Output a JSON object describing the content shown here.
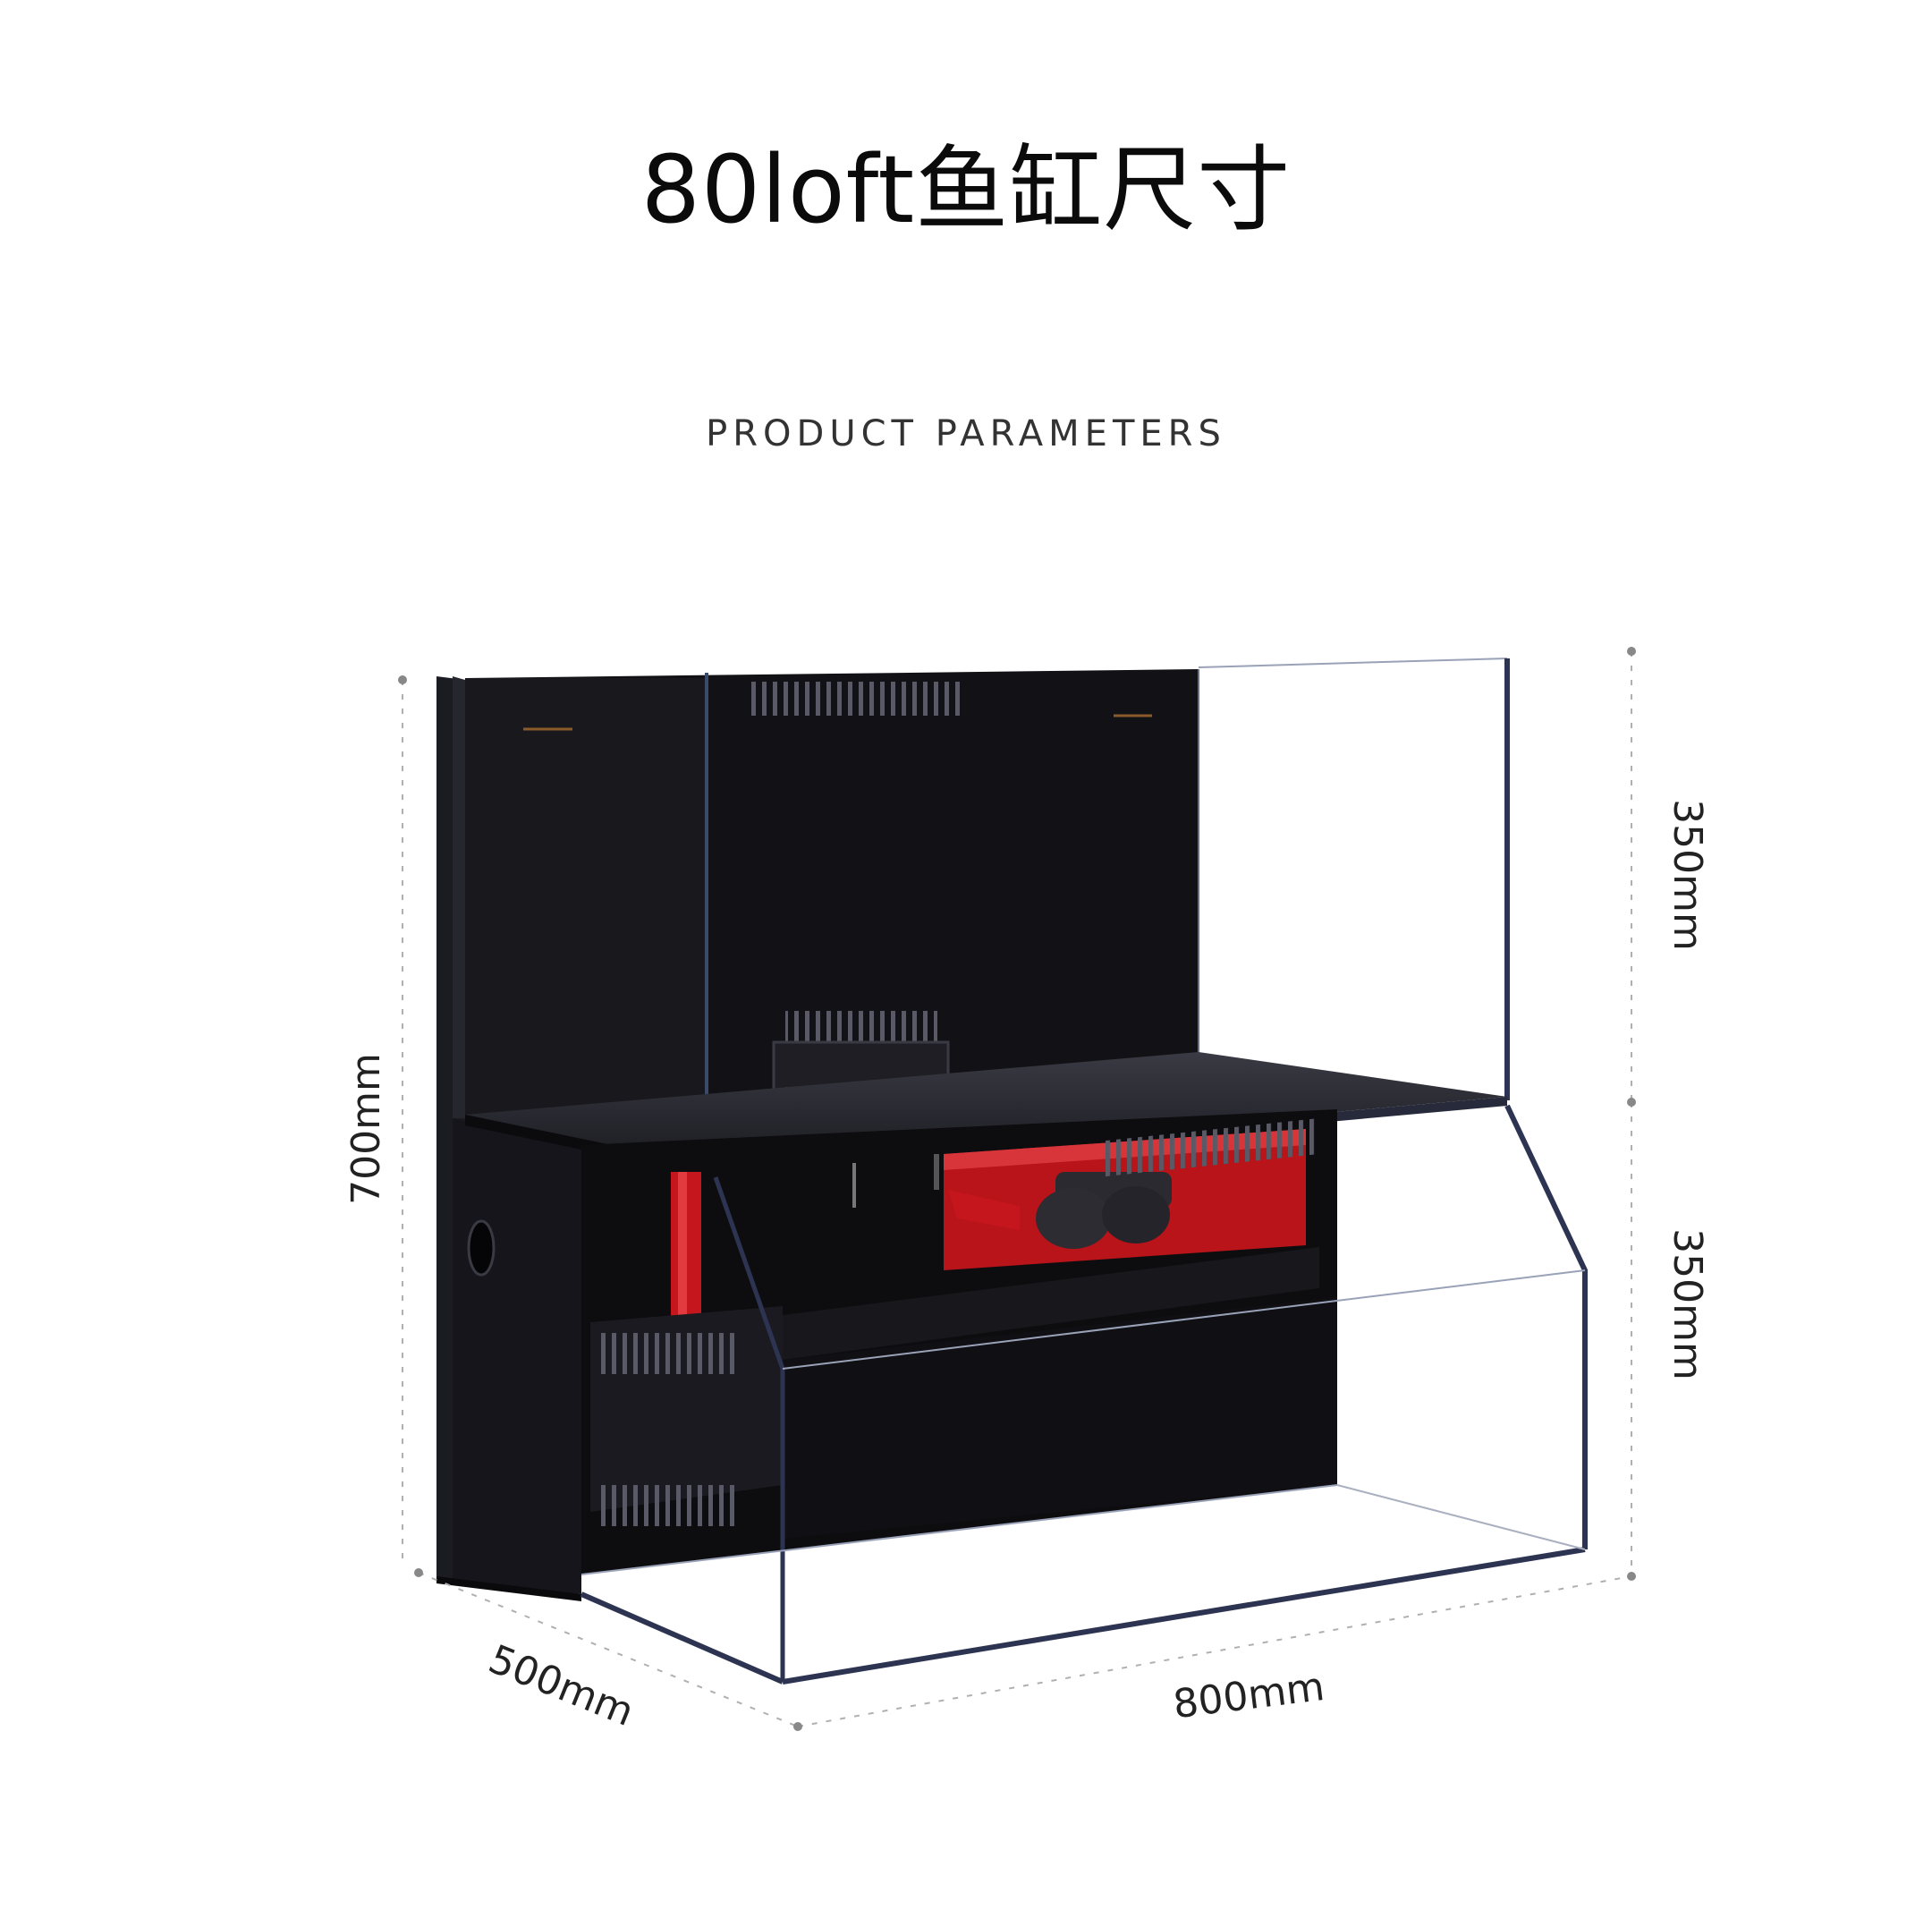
{
  "header": {
    "title": "80loft鱼缸尺寸",
    "subtitle": "PRODUCT PARAMETERS"
  },
  "dimensions": {
    "total_height": "700mm",
    "upper_height": "350mm",
    "lower_height": "350mm",
    "depth": "500mm",
    "width": "800mm"
  },
  "colors": {
    "cabinet": "#17171c",
    "panel": "#0d0d10",
    "accent_red": "#c4161c",
    "glass_edge": "#2d3452"
  }
}
